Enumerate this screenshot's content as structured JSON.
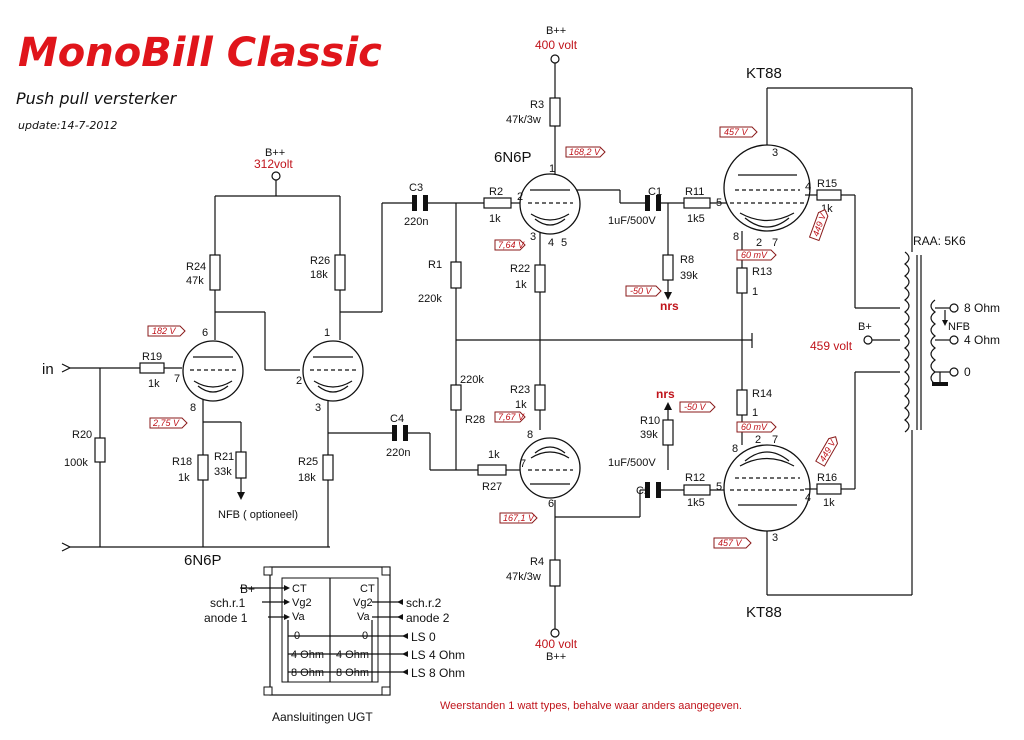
{
  "header": {
    "title": "MonoBill Classic",
    "subtitle": "Push pull versterker",
    "update": "update:14-7-2012"
  },
  "supplies": {
    "bpp_label": "B++",
    "v312": "312volt",
    "v400": "400 volt",
    "bp_label": "B+",
    "v459": "459 volt"
  },
  "tubes": {
    "driver": "6N6P",
    "phase": "6N6P",
    "power_top": "KT88",
    "power_bottom": "KT88"
  },
  "components": {
    "R3": "R3",
    "R3v": "47k/3w",
    "R4": "R4",
    "R4v": "47k/3w",
    "R2": "R2",
    "R2v": "1k",
    "R27": "R27",
    "R27v": "1k",
    "R22": "R22",
    "R22v": "1k",
    "R23": "R23",
    "R23v": "1k",
    "R1": "R1",
    "R1v": "220k",
    "R28": "R28",
    "R28v": "220k",
    "R24": "R24",
    "R24v": "47k",
    "R26": "R26",
    "R26v": "18k",
    "R19": "R19",
    "R19v": "1k",
    "R20": "R20",
    "R20v": "100k",
    "R18": "R18",
    "R18v": "1k",
    "R21": "R21",
    "R21v": "33k",
    "R25": "R25",
    "R25v": "18k",
    "R8": "R8",
    "R8v": "39k",
    "R10": "R10",
    "R10v": "39k",
    "R11": "R11",
    "R11v": "1k5",
    "R12": "R12",
    "R12v": "1k5",
    "R13": "R13",
    "R13v": "1",
    "R14": "R14",
    "R14v": "1",
    "R15": "R15",
    "R15v": "1k",
    "R16": "R16",
    "R16v": "1k",
    "C3": "C3",
    "C3v": "220n",
    "C4": "C4",
    "C4v": "220n",
    "C1": "C1",
    "C1v": "1uF/500V",
    "C2": "C2",
    "C2v": "1uF/500V"
  },
  "pins": {
    "p1": "1",
    "p2": "2",
    "p3": "3",
    "p4": "4",
    "p5": "5",
    "p6": "6",
    "p7": "7",
    "p8": "8"
  },
  "voltages": {
    "v182": "182 V",
    "v275": "2,75 V",
    "v1682": "168,2 V",
    "v764": "7,64 V",
    "v767": "7,67 V",
    "v1671": "167,1 V",
    "vm50a": "-50 V",
    "vm50b": "-50 V",
    "v457a": "457 V",
    "v457b": "457 V",
    "v449a": "449 V",
    "v449b": "449 V",
    "mv60a": "60 mV",
    "mv60b": "60 mV"
  },
  "labels": {
    "input": "in",
    "nfb": "NFB  ( optioneel)",
    "nrs_top": "nrs",
    "nrs_bottom": "nrs",
    "raa": "RAA: 5K6",
    "ohm8": "8 Ohm",
    "ohm4": "4 Ohm",
    "ohm0": "0",
    "nfb_tap": "NFB",
    "note": "Weerstanden 1 watt types, behalve waar anders aangegeven."
  },
  "ugt": {
    "caption": "Aansluitingen UGT",
    "left": [
      "B+",
      "sch.r.1",
      "anode 1"
    ],
    "right": [
      "sch.r.2",
      "anode 2"
    ],
    "inner_left": [
      "CT",
      "Vg2",
      "Va",
      "0",
      "4 Ohm",
      "8 Ohm"
    ],
    "inner_right": [
      "CT",
      "Vg2",
      "Va",
      "0",
      "4 Ohm",
      "8 Ohm"
    ],
    "outputs": [
      "LS 0",
      "LS 4 Ohm",
      "LS 8 Ohm"
    ]
  }
}
